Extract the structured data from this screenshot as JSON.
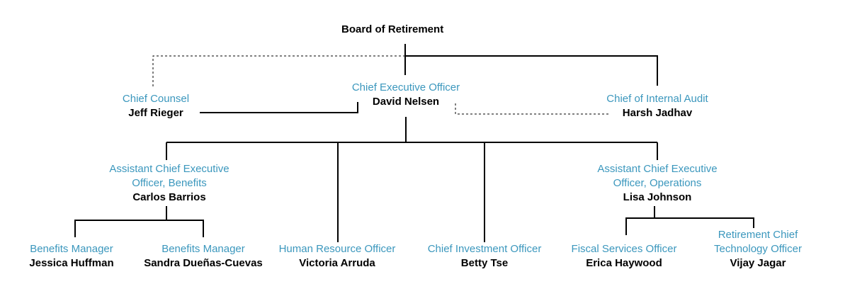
{
  "colors": {
    "title": "#3b97bd",
    "name": "#000000",
    "line": "#000000",
    "background": "#ffffff"
  },
  "board": {
    "label": "Board of Retirement"
  },
  "ceo": {
    "title": "Chief Executive Officer",
    "name": "David Nelsen"
  },
  "chief_counsel": {
    "title": "Chief Counsel",
    "name": "Jeff Rieger"
  },
  "internal_audit": {
    "title": "Chief of Internal Audit",
    "name": "Harsh Jadhav"
  },
  "ace_benefits": {
    "title_line1": "Assistant Chief Executive",
    "title_line2": "Officer, Benefits",
    "name": "Carlos Barrios"
  },
  "ace_operations": {
    "title_line1": "Assistant Chief Executive",
    "title_line2": "Officer, Operations",
    "name": "Lisa Johnson"
  },
  "benefits_manager_1": {
    "title": "Benefits Manager",
    "name": "Jessica Huffman"
  },
  "benefits_manager_2": {
    "title": "Benefits Manager",
    "name": "Sandra Dueñas-Cuevas"
  },
  "hr_officer": {
    "title": "Human Resource Officer",
    "name": "Victoria Arruda"
  },
  "investment_officer": {
    "title": "Chief Investment Officer",
    "name": "Betty Tse"
  },
  "fiscal_officer": {
    "title": "Fiscal Services Officer",
    "name": "Erica Haywood"
  },
  "tech_officer": {
    "title_line1": "Retirement Chief",
    "title_line2": "Technology Officer",
    "name": "Vijay Jagar"
  }
}
